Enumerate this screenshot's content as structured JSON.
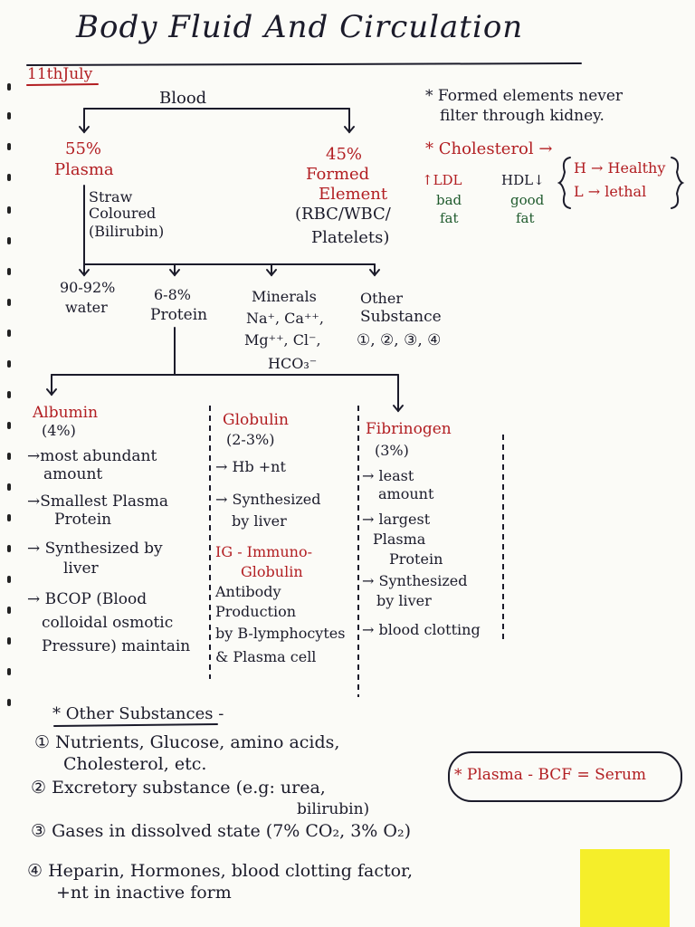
{
  "title": "Body Fluid And Circulation",
  "date": "11thJuly",
  "blood": "Blood",
  "plasma": {
    "pct": "55%",
    "label": "Plasma",
    "desc": [
      "Straw",
      "Coloured",
      "(Bilirubin)"
    ]
  },
  "formed": {
    "pct": "45%",
    "label": [
      "Formed",
      "Element"
    ],
    "desc": [
      "(RBC/WBC/",
      "Platelets)"
    ]
  },
  "notes": {
    "line1": "* Formed elements never",
    "line2": "filter through kidney.",
    "chol": "* Cholesterol →",
    "ldl": "↑LDL",
    "hdl": "HDL↓",
    "bad": [
      "bad",
      "fat"
    ],
    "good": [
      "good",
      "fat"
    ],
    "h": "H → Healthy",
    "l": "L → lethal"
  },
  "plasma_parts": [
    {
      "l1": "90-92%",
      "l2": "water"
    },
    {
      "l1": "6-8%",
      "l2": "Protein"
    },
    {
      "l1": "Minerals",
      "l2": "Na⁺, Ca⁺⁺,",
      "l3": "Mg⁺⁺, Cl⁻,",
      "l4": "HCO₃⁻"
    },
    {
      "l1": "Other",
      "l2": "Substance",
      "l3": "①, ②, ③, ④"
    }
  ],
  "proteins": {
    "albumin": {
      "name": "Albumin",
      "pct": "(4%)",
      "points": [
        "→most abundant",
        "amount",
        "→Smallest Plasma",
        "Protein",
        "→ Synthesized by",
        "liver",
        "→ BCOP (Blood",
        "colloidal osmotic",
        "Pressure) maintain"
      ]
    },
    "globulin": {
      "name": "Globulin",
      "pct": "(2-3%)",
      "points": [
        "→ Hb +nt",
        "→ Synthesized",
        "by liver",
        "IG - Immuno-",
        "Globulin",
        "Antibody",
        "Production",
        "by B-lymphocytes",
        "& Plasma cell"
      ]
    },
    "fibrinogen": {
      "name": "Fibrinogen",
      "pct": "(3%)",
      "points": [
        "→ least",
        "amount",
        "→ largest",
        "Plasma",
        "Protein",
        "→ Synthesized",
        "by liver",
        "→ blood clotting"
      ]
    }
  },
  "other": {
    "heading": "* Other Substances -",
    "i1a": "① Nutrients, Glucose, amino acids,",
    "i1b": "Cholesterol, etc.",
    "i2a": "② Excretory substance (e.g: urea,",
    "i2b": "bilirubin)",
    "i3": "③ Gases in dissolved state (7% CO₂, 3% O₂)",
    "i4a": "④ Heparin, Hormones, blood clotting factor,",
    "i4b": "+nt in inactive form"
  },
  "serum": "* Plasma - BCF = Serum"
}
